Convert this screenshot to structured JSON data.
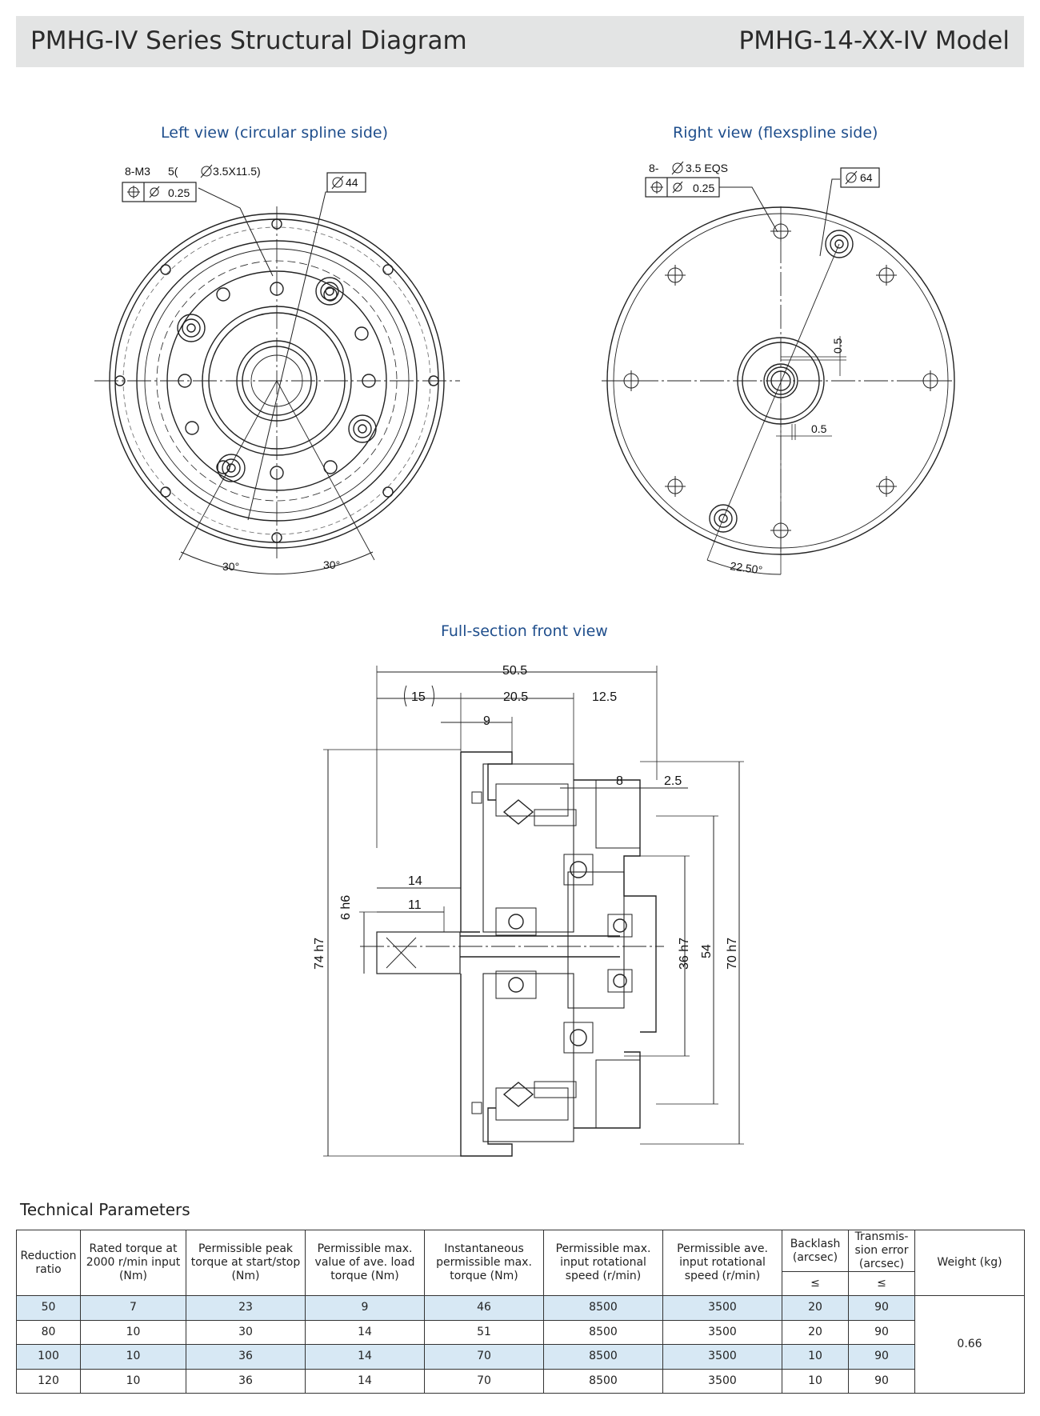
{
  "header": {
    "title": "PMHG-IV Series Structural Diagram",
    "model": "PMHG-14-XX-IV Model"
  },
  "views": {
    "left_caption": "Left view (circular spline side)",
    "right_caption": "Right view (flexspline side)",
    "front_caption": "Full-section front view"
  },
  "left_view": {
    "hole_note": "8-M3",
    "hole_depth": "5(",
    "hole_spec": "3.5X11.5)",
    "tolerance": "0.25",
    "diameter": "44",
    "angle_left": "30°",
    "angle_right": "30°"
  },
  "right_view": {
    "hole_prefix": "8-",
    "hole_spec": "3.5 EQS",
    "tolerance": "0.25",
    "diameter": "64",
    "offset_v": "0.5",
    "offset_h": "0.5",
    "angle": "22.50°"
  },
  "front_view": {
    "total_length": "50.5",
    "dim_15": "15",
    "dim_20_5": "20.5",
    "dim_12_5": "12.5",
    "dim_9": "9",
    "dim_8": "8",
    "dim_2_5": "2.5",
    "dim_14": "14",
    "dim_11": "11",
    "shaft": "6 h6",
    "outer_left": "74 h7",
    "bore": "36 h7",
    "pcd": "54",
    "outer_right": "70 h7"
  },
  "params": {
    "title": "Technical Parameters",
    "headers": [
      "Reduction ratio",
      "Rated torque at 2000 r/min input (Nm)",
      "Permissible peak torque at start/stop (Nm)",
      "Permissible max. value of ave. load torque (Nm)",
      "Instantaneous permissible max. torque (Nm)",
      "Permissible max. input rotational speed (r/min)",
      "Permissible ave. input rotational speed (r/min)",
      "Backlash (arcsec)",
      "Transmis-sion error (arcsec)",
      "Weight (kg)"
    ],
    "le": "≤",
    "rows": [
      [
        "50",
        "7",
        "23",
        "9",
        "46",
        "8500",
        "3500",
        "20",
        "90"
      ],
      [
        "80",
        "10",
        "30",
        "14",
        "51",
        "8500",
        "3500",
        "20",
        "90"
      ],
      [
        "100",
        "10",
        "36",
        "14",
        "70",
        "8500",
        "3500",
        "10",
        "90"
      ],
      [
        "120",
        "10",
        "36",
        "14",
        "70",
        "8500",
        "3500",
        "10",
        "90"
      ]
    ],
    "weight": "0.66"
  }
}
